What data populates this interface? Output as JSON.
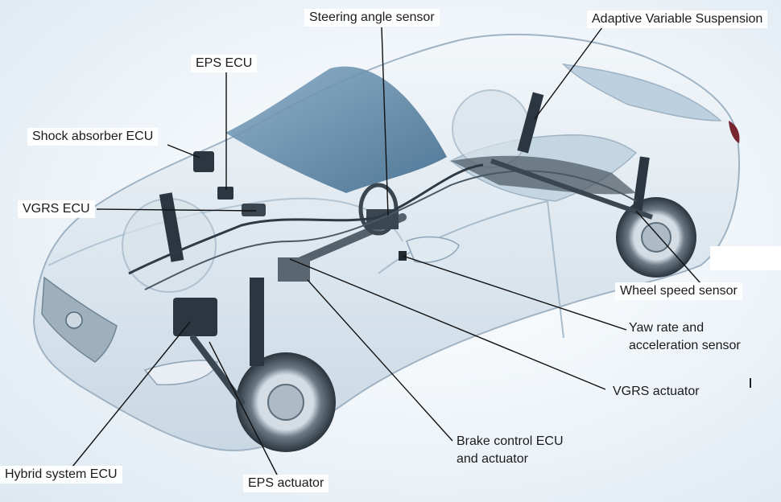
{
  "labels": {
    "steering_angle_sensor": "Steering angle sensor",
    "adaptive_variable_suspension": "Adaptive Variable Suspension",
    "eps_ecu": "EPS ECU",
    "shock_absorber_ecu": "Shock absorber ECU",
    "vgrs_ecu": "VGRS ECU",
    "wheel_speed_sensor": "Wheel speed sensor",
    "yaw_rate_line1": "Yaw rate and",
    "yaw_rate_line2": "acceleration sensor",
    "vgrs_actuator": "VGRS actuator",
    "brake_line1": "Brake control ECU",
    "brake_line2": "and actuator",
    "eps_actuator": "EPS actuator",
    "hybrid_system_ecu": "Hybrid system ECU"
  },
  "colors": {
    "body_fill": "#dbe7f0",
    "body_stroke": "#9fb3c4",
    "glass": "#4f7b9c",
    "component": "#2c3640",
    "leader": "#111111"
  }
}
